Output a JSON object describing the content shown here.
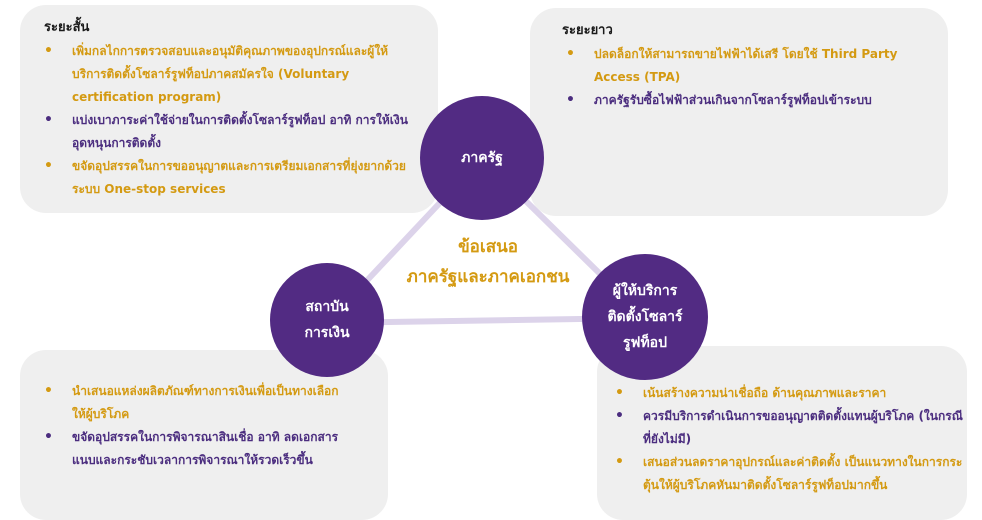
{
  "short_term": {
    "title": "ระยะสั้น",
    "items": [
      "เพิ่มกลไกการตรวจสอบและอนุมัติคุณภาพของอุปกรณ์และผู้ให้บริการติดตั้งโซลาร์รูฟท็อปภาคสมัครใจ (Voluntary certification program)",
      "แบ่งเบาภาระค่าใช้จ่ายในการติดตั้งโซลาร์รูฟท็อป อาทิ การให้เงินอุดหนุนการติดตั้ง",
      "ขจัดอุปสรรคในการขออนุญาตและการเตรียมเอกสารที่ยุ่งยากด้วยระบบ One-stop services"
    ]
  },
  "long_term": {
    "title": "ระยะยาว",
    "items": [
      "ปลดล็อกให้สามารถขายไฟฟ้าได้เสรี โดยใช้ Third Party Access (TPA)",
      "ภาครัฐรับซื้อไฟฟ้าส่วนเกินจากโซลาร์รูฟท็อปเข้าระบบ"
    ]
  },
  "finance_box": {
    "items": [
      "นำเสนอแหล่งผลิตภัณฑ์ทางการเงินเพื่อเป็นทางเลือกให้ผู้บริโภค",
      "ขจัดอุปสรรคในการพิจารณาสินเชื่อ อาทิ ลดเอกสารแนบและกระชับเวลาการพิจารณาให้รวดเร็วขึ้น"
    ]
  },
  "provider_box": {
    "items": [
      "เน้นสร้างความน่าเชื่อถือ ด้านคุณภาพและราคา",
      "ควรมีบริการดำเนินการขออนุญาตติดตั้งแทนผู้บริโภค (ในกรณีที่ยังไม่มี)",
      "เสนอส่วนลดราคาอุปกรณ์และค่าติดตั้ง เป็นแนวทางในการกระตุ้นให้ผู้บริโภคหันมาติดตั้งโซลาร์รูฟท็อปมากขึ้น"
    ]
  },
  "nodes": {
    "government": "ภาครัฐ",
    "financial_line1": "สถาบัน",
    "financial_line2": "การเงิน",
    "provider_line1": "ผู้ให้บริการ",
    "provider_line2": "ติดตั้งโซลาร์",
    "provider_line3": "รูฟท็อป"
  },
  "center": {
    "line1": "ข้อเสนอ",
    "line2": "ภาครัฐและภาคเอกชน"
  },
  "colors": {
    "purple": "#522b83",
    "gold": "#d49a12",
    "box_bg": "#efefef",
    "connector": "#dcd3ea"
  }
}
